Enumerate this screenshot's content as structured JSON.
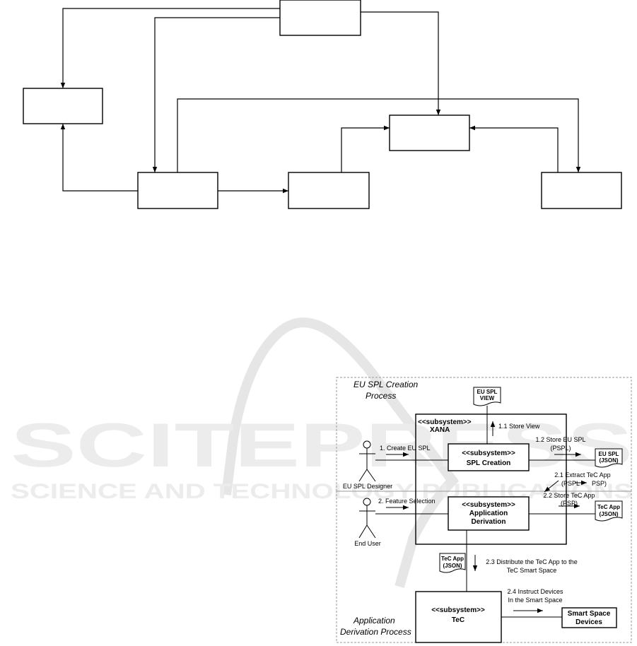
{
  "watermark": {
    "main": "SCITEPRESS",
    "sub": "SCIENCE AND TECHNOLOGY PUBLICATIONS"
  },
  "process_labels": {
    "creation_line1": "EU SPL Creation",
    "creation_line2": "Process",
    "derivation_line1": "Application",
    "derivation_line2": "Derivation Process"
  },
  "subsystems": {
    "xana_stereotype": "<<subsystem>>",
    "xana_name": "XANA",
    "spl_stereotype": "<<subsystem>>",
    "spl_name": "SPL Creation",
    "app_stereotype": "<<subsystem>>",
    "app_name_line1": "Application",
    "app_name_line2": "Derivation",
    "tec_stereotype": "<<subsystem>>",
    "tec_name": "TeC",
    "devices_line1": "Smart Space",
    "devices_line2": "Devices"
  },
  "actors": {
    "designer": "EU SPL Designer",
    "end_user": "End User"
  },
  "documents": {
    "view_line1": "EU SPL",
    "view_line2": "VIEW",
    "eu_spl_line1": "EU SPL",
    "eu_spl_line2": "(JSON)",
    "tec_app_right_line1": "TeC App",
    "tec_app_right_line2": "(JSON)",
    "tec_app_left_line1": "TeC App",
    "tec_app_left_line2": "(JSON)"
  },
  "messages": {
    "m1": "1. Create EU SPL",
    "m11": "1.1 Store View",
    "m12_line1": "1.2 Store EU SPL",
    "m12_line2": "(PSPL)",
    "m21_line1": "2.1 Extract TeC App",
    "m21_line2a": "(PSPL",
    "m21_line2b": "PSP)",
    "m2": "2. Feature Selection",
    "m22_line1": "2.2 Store TeC App",
    "m22_line2": "(PSP)",
    "m23_line1": "2.3 Distribute the TeC App to the",
    "m23_line2": "TeC Smart Space",
    "m24_line1": "2.4 Instruct Devices",
    "m24_line2": "In the Smart Space"
  }
}
